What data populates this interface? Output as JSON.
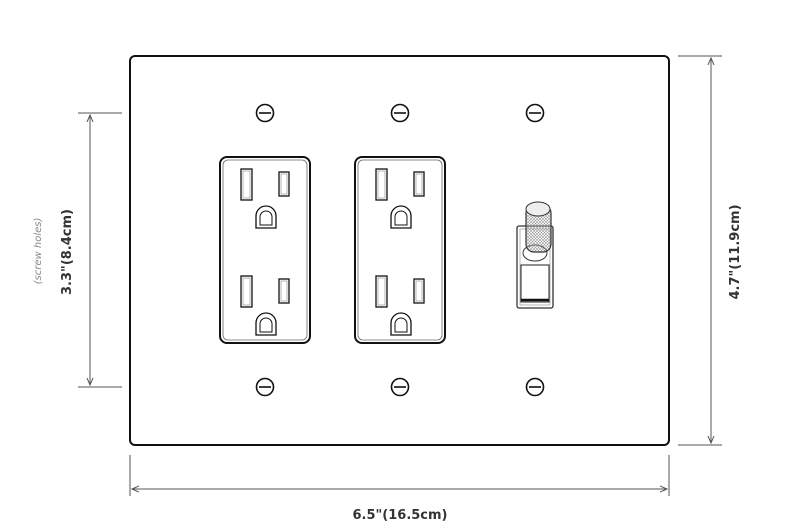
{
  "dimensions": {
    "width_label": "6.5\"(16.5cm)",
    "height_label": "4.7\"(11.9cm)",
    "screw_spacing_label": "3.3\"(8.4cm)",
    "screw_spacing_note": "(screw holes)"
  },
  "plate": {
    "outlets": 2,
    "toggle_switches": 1,
    "screws": 6
  }
}
